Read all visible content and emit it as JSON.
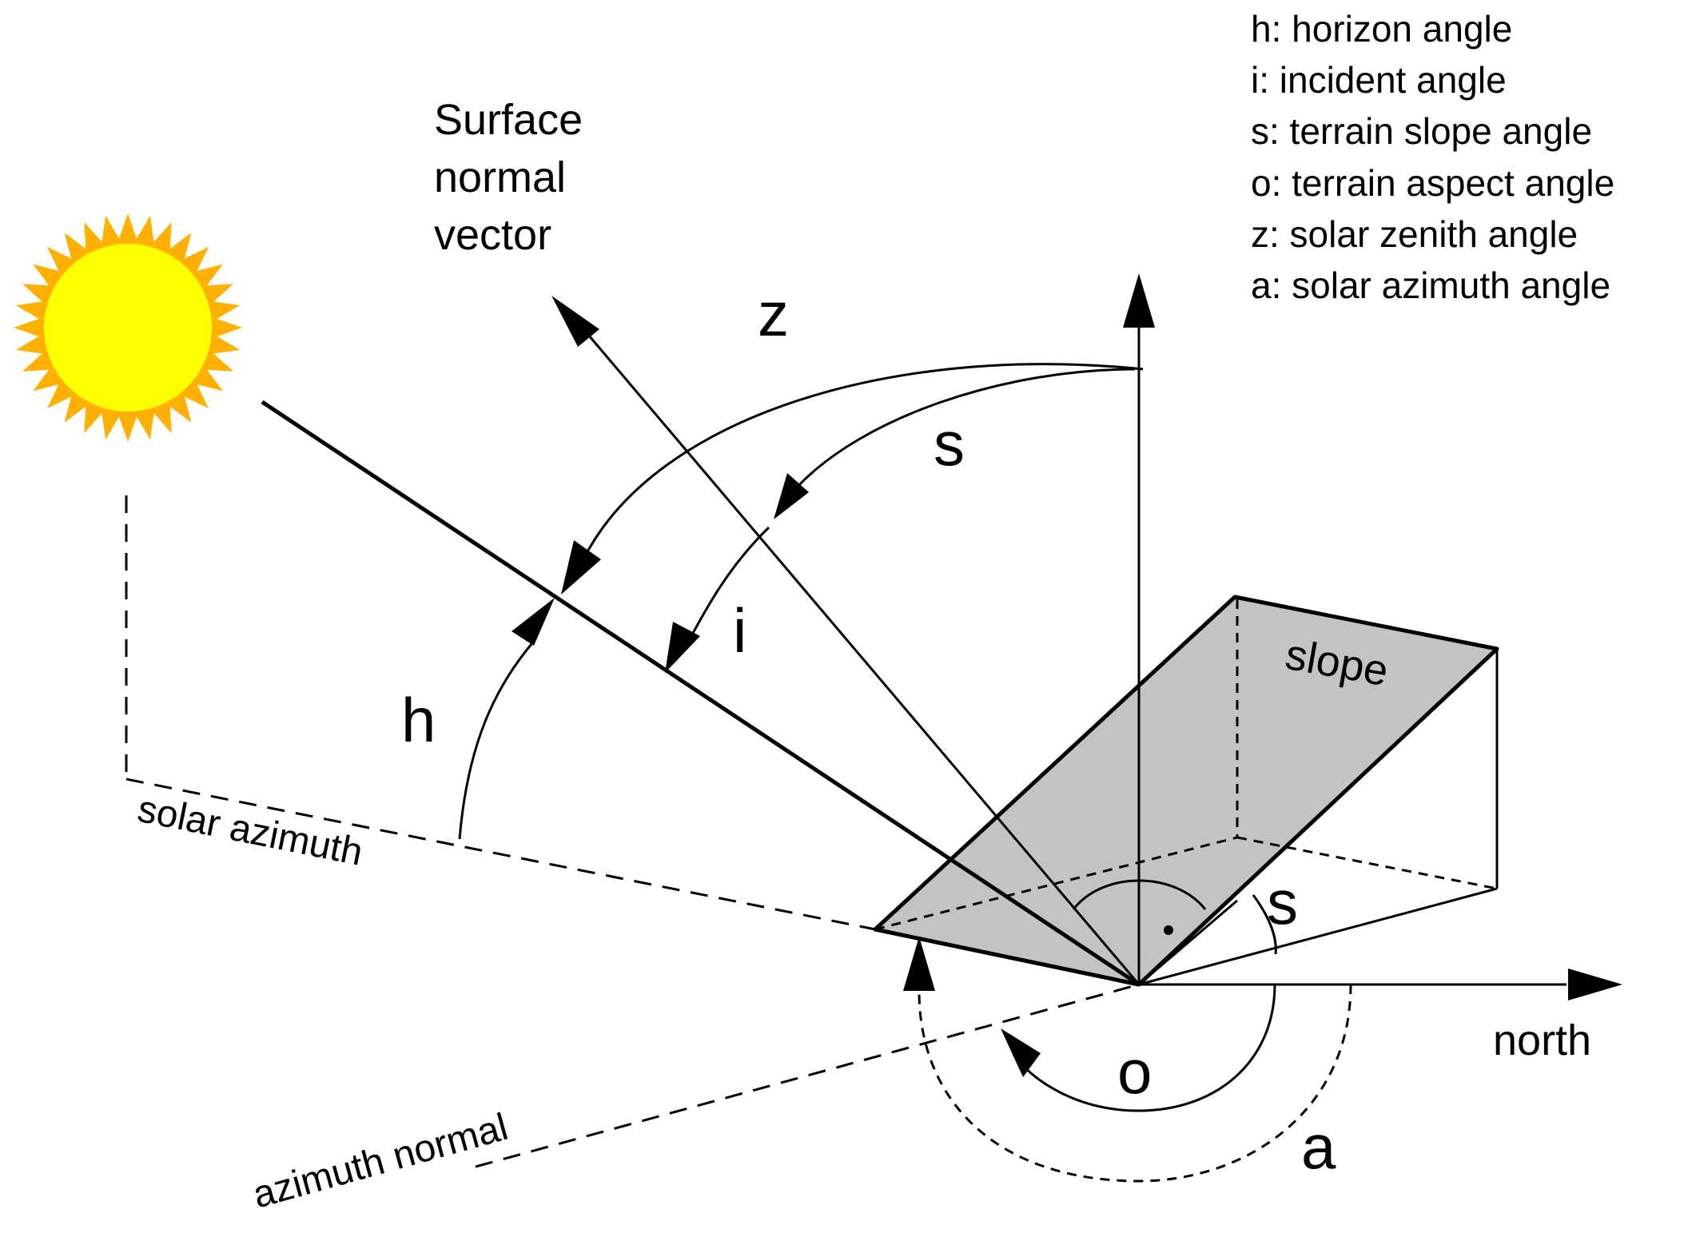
{
  "legend": [
    "h: horizon angle",
    "i: incident angle",
    "s: terrain slope angle",
    "o: terrain aspect angle",
    "z: solar zenith angle",
    "a: solar azimuth angle"
  ],
  "labels": {
    "surface_normal": [
      "Surface",
      "normal",
      "vector"
    ],
    "z": "z",
    "s_upper": "s",
    "i": "i",
    "h": "h",
    "slope": "slope",
    "s_lower": "s",
    "north": "north",
    "o": "o",
    "a": "a",
    "solar_azimuth": "solar azimuth",
    "azimuth_normal": "azimuth normal"
  },
  "colors": {
    "slope_fill": "#c3c3c3",
    "sun_outer": "#ffb000",
    "sun_inner": "#ffff00",
    "line": "#000000"
  },
  "icons": {
    "sun": "sun-icon"
  }
}
